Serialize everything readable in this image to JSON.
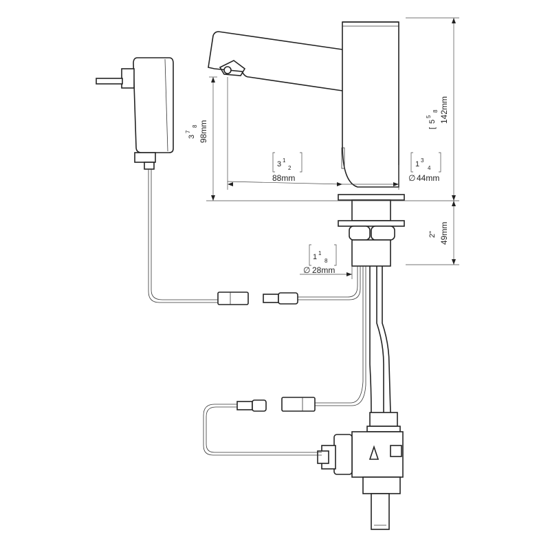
{
  "dimensions": {
    "spout_reach": {
      "mm": "88mm",
      "inch_whole": "3",
      "inch_num": "1",
      "inch_den": "2"
    },
    "body_diameter": {
      "mm": "44mm",
      "inch_whole": "1",
      "inch_num": "3",
      "inch_den": "4"
    },
    "body_height": {
      "mm": "142mm",
      "inch_whole": "5",
      "inch_num": "5",
      "inch_den": "8"
    },
    "spout_height": {
      "mm": "98mm",
      "inch_whole": "3",
      "inch_num": "7",
      "inch_den": "8"
    },
    "shank_length": {
      "mm": "49mm",
      "inch_whole": "2\""
    },
    "shank_diameter": {
      "mm": "28mm",
      "inch_whole": "1",
      "inch_num": "1",
      "inch_den": "8"
    }
  },
  "symbols": {
    "diameter": "∅"
  },
  "icons": [
    "power-adapter-icon",
    "solenoid-valve-icon",
    "connector-plug-icon"
  ]
}
